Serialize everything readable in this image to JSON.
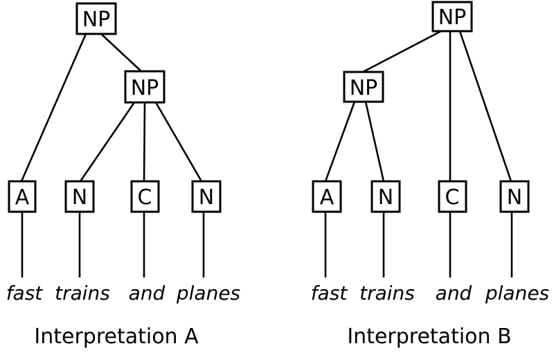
{
  "page": {
    "background_color": "#ffffff",
    "ink_color": "#000000"
  },
  "trees": [
    {
      "id": "A",
      "caption": "Interpretation A",
      "root_label": "NP",
      "sub_label": "NP",
      "leaf_labels": [
        "A",
        "N",
        "C",
        "N"
      ],
      "words": [
        "fast",
        "trains",
        "and",
        "planes"
      ],
      "structure_note": "root NP dominates A and inner NP; inner NP dominates N, C, N"
    },
    {
      "id": "B",
      "caption": "Interpretation B",
      "root_label": "NP",
      "sub_label": "NP",
      "leaf_labels": [
        "A",
        "N",
        "C",
        "N"
      ],
      "words": [
        "fast",
        "trains",
        "and",
        "planes"
      ],
      "structure_note": "root NP dominates inner NP, C, N; inner NP dominates A, N"
    }
  ]
}
